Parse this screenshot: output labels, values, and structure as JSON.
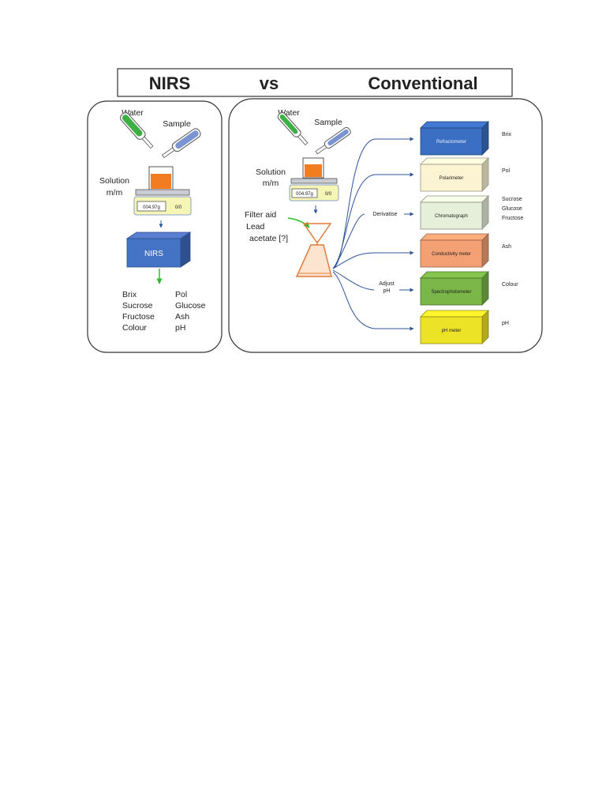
{
  "title": {
    "left": "NIRS",
    "mid": "vs",
    "right": "Conventional"
  },
  "nirs_panel": {
    "water": "Water",
    "sample": "Sample",
    "solution": "Solution",
    "solution_unit": "m/m",
    "balance_display": "004.97g",
    "balance_button": "0/0",
    "box_label": "NIRS",
    "params_col1": [
      "Brix",
      "Sucrose",
      "Fructose",
      "Colour"
    ],
    "params_col2": [
      "Pol",
      "Glucose",
      "Ash",
      "pH"
    ]
  },
  "conv_panel": {
    "water": "Water",
    "sample": "Sample",
    "solution": "Solution",
    "solution_unit": "m/m",
    "balance_display": "004.97g",
    "balance_button": "0/0",
    "filter_line1": "Filter aid",
    "filter_line2": "Lead",
    "filter_line3": "acetate [?]",
    "derivatise": "Derivatise",
    "adjust_line1": "Adjust",
    "adjust_line2": "pH",
    "instruments": [
      {
        "name": "Refractometer",
        "result": [
          "Brix"
        ],
        "color": "#3b6fc4"
      },
      {
        "name": "Polarimeter",
        "result": [
          "Pol"
        ],
        "color": "#fbf3d1"
      },
      {
        "name": "Chromatograph",
        "result": [
          "Sucrose",
          "Glucose",
          "Fructose"
        ],
        "color": "#e6efd9"
      },
      {
        "name": "Conductivity meter",
        "result": [
          "Ash"
        ],
        "color": "#f2a074"
      },
      {
        "name": "Spectrophotometer",
        "result": [
          "Colour"
        ],
        "color": "#7ab648"
      },
      {
        "name": "pH meter",
        "result": [
          "pH"
        ],
        "color": "#ece327"
      }
    ]
  }
}
